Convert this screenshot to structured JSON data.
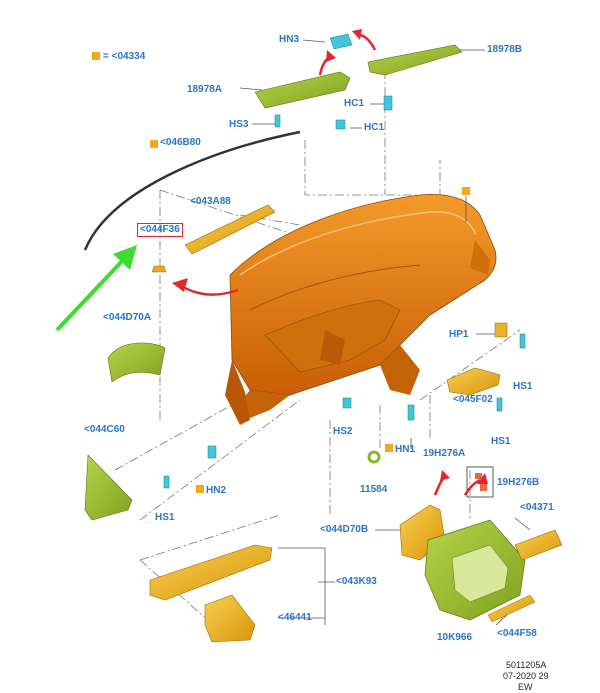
{
  "legend": {
    "text": "= <04334",
    "marker_color": "#f4a81c"
  },
  "colors": {
    "label": "#2a74c9",
    "dashboard": "#e8780c",
    "bracket_yellow": "#f2b21e",
    "trim_green": "#9bc233",
    "fastener_cyan": "#3fc6d9",
    "arrow_green": "#3ddc2e",
    "arrow_red": "#e3262b"
  },
  "labels": {
    "hn3": "HN3",
    "p18978b": "18978B",
    "p18978a": "18978A",
    "hc1_top": "HC1",
    "hc1_bot": "HC1",
    "hs3": "HS3",
    "p046b80": "<046B80",
    "p043a88": "<043A88",
    "p044f36": "<044F36",
    "p044d70a": "<044D70A",
    "hp1": "HP1",
    "hs1_right": "HS1",
    "p045f02": "<045F02",
    "hs1_mid": "HS1",
    "hs2": "HS2",
    "hn1": "HN1",
    "p19h276a": "19H276A",
    "p19h276b": "19H276B",
    "p044c60": "<044C60",
    "hn2": "HN2",
    "p11584": "11584",
    "hs1_left": "HS1",
    "p044d70b": "<044D70B",
    "p04371": "<04371",
    "p043k93": "<043K93",
    "p10k966": "10K966",
    "p46441": "<46441",
    "p044f58": "<044F58"
  },
  "footer": {
    "line1": "5011205A",
    "line2": "07-2020 29",
    "line3": "EW"
  }
}
